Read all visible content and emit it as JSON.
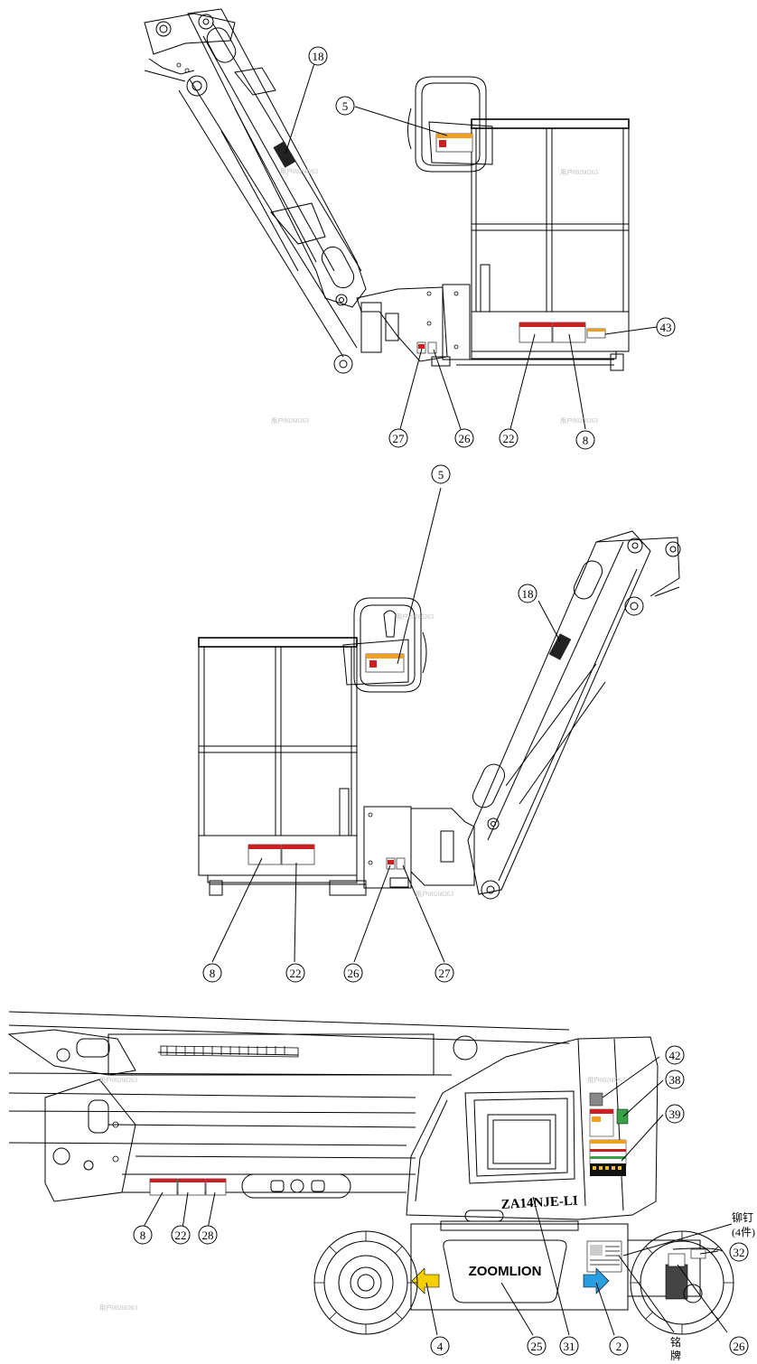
{
  "views": [
    {
      "id": "top",
      "callouts": [
        {
          "label": "18"
        },
        {
          "label": "5"
        },
        {
          "label": "43"
        },
        {
          "label": "27"
        },
        {
          "label": "26"
        },
        {
          "label": "22"
        },
        {
          "label": "8"
        }
      ]
    },
    {
      "id": "middle",
      "callouts": [
        {
          "label": "5"
        },
        {
          "label": "18"
        },
        {
          "label": "8"
        },
        {
          "label": "22"
        },
        {
          "label": "26"
        },
        {
          "label": "27"
        }
      ]
    },
    {
      "id": "bottom",
      "callouts": [
        {
          "label": "42"
        },
        {
          "label": "38"
        },
        {
          "label": "39"
        },
        {
          "label": "32"
        },
        {
          "label": "8"
        },
        {
          "label": "22"
        },
        {
          "label": "28"
        },
        {
          "label": "4"
        },
        {
          "label": "25"
        },
        {
          "label": "31"
        },
        {
          "label": "2"
        },
        {
          "label": "26"
        }
      ]
    }
  ],
  "machine": {
    "model_text": "ZA14NJE-LI",
    "brand_text": "ZOOMLION"
  },
  "notes": {
    "rivet_line1": "铆钉",
    "rivet_line2": "(4件)",
    "nameplate_line1": "铭",
    "nameplate_line2": "牌"
  },
  "watermark": "用户00260263",
  "colors": {
    "arrow_left": "#f5d000",
    "arrow_right": "#2a9ce0",
    "label_red": "#cc1f1f",
    "label_orange": "#f0a020",
    "label_green": "#3aa04a"
  }
}
